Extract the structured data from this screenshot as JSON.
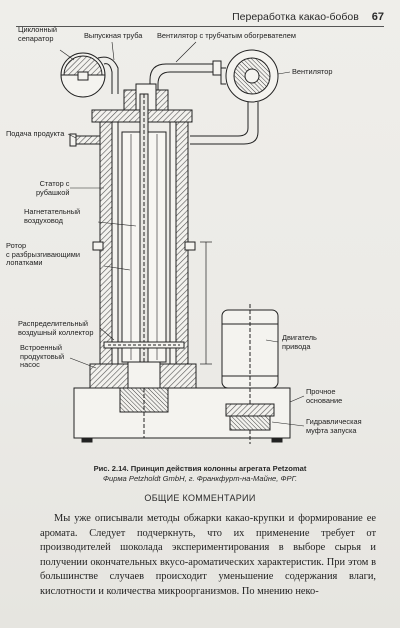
{
  "header": {
    "title": "Переработка какао-бобов",
    "page_number": "67"
  },
  "figure": {
    "labels": {
      "cyclone": "Циклонный\nсепаратор",
      "exhaust_pipe": "Выпускная труба",
      "fan_heater": "Вентилятор с трубчатым обогревателем",
      "fan": "Вентилятор",
      "product_feed": "Подача продукта",
      "stator": "Статор с\nрубашкой",
      "air_duct": "Нагнетательный\nвоздуховод",
      "rotor": "Ротор\nс разбрызгивающими\nлопатками",
      "air_collector": "Распределительный\nвоздушный коллектор",
      "pump": "Встроенный\nпродуктовый\nнасос",
      "motor": "Двигатель\nпривода",
      "base": "Прочное\nоснование",
      "coupling": "Гидравлическая\nмуфта запуска"
    },
    "caption_line1": "Рис. 2.14. Принцип действия колонны агрегата Petzomat",
    "caption_line2": "Фирма Petzholdt GmbH, г. Франкфурт-на-Майне, ФРГ."
  },
  "section_heading": "ОБЩИЕ КОММЕНТАРИИ",
  "body_text": "Мы уже описывали методы обжарки какао-крупки и формирование ее аромата. Следует подчеркнуть, что их применение требует от производителей шоколада экспериментирования в выборе сырья и получении окончательных вкусо-ароматических характеристик. При этом в большинстве случаев происходит уменьшение содержания влаги, кислотности и количества микроорганизмов. По мнению неко-",
  "colors": {
    "paper": "#ecebe7",
    "ink": "#222222",
    "hatch": "#555555"
  }
}
